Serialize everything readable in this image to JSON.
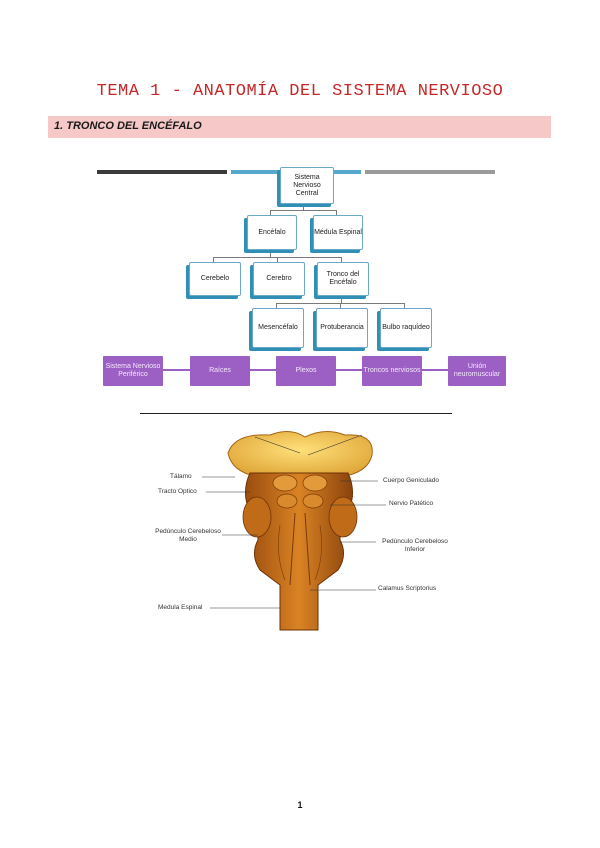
{
  "title": "TEMA 1 - ANATOMÍA DEL SISTEMA NERVIOSO",
  "section": "1. TRONCO DEL ENCÉFALO",
  "colors": {
    "title": "#c62828",
    "section_bg": "#f7c8c8",
    "node_shadow": "#2f8fb5",
    "peripheral": "#9c5fc4"
  },
  "diagram": {
    "root": "Sistema Nervioso Central",
    "level1": [
      "Encéfalo",
      "Médula Espinal"
    ],
    "level2": [
      "Cerebelo",
      "Cerebro",
      "Tronco del Encéfalo"
    ],
    "level3": [
      "Mesencéfalo",
      "Protuberancia",
      "Bulbo raquídeo"
    ],
    "peripheral": [
      "Sistema Nervioso Periférico",
      "Raíces",
      "Plexos",
      "Troncos nerviosos",
      "Unión neuromuscular"
    ]
  },
  "brain_labels": {
    "left": [
      "Tálamo",
      "Tracto Optico",
      "Pedúnculo Cerebeloso Medio",
      "Medula Espinal"
    ],
    "right": [
      "Cuerpo Geniculado",
      "Nervio Patético",
      "Pedúnculo Cerebeloso Inferior",
      "Calamus Scriptorius"
    ]
  },
  "page_number": "1"
}
